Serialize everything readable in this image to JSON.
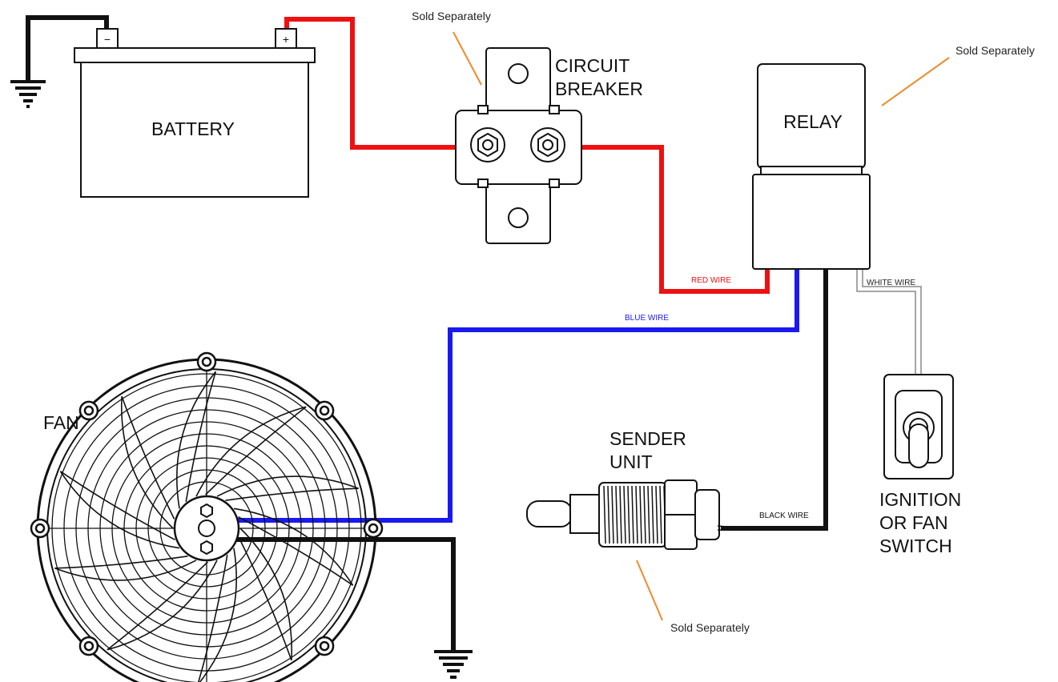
{
  "labels": {
    "battery": "BATTERY",
    "battery_neg": "−",
    "battery_pos": "+",
    "breaker_1": "CIRCUIT",
    "breaker_2": "BREAKER",
    "relay": "RELAY",
    "fan": "FAN",
    "sender_1": "SENDER",
    "sender_2": "UNIT",
    "switch_1": "IGNITION",
    "switch_2": "OR FAN",
    "switch_3": "SWITCH"
  },
  "notes": {
    "breaker": "Sold Separately",
    "relay": "Sold Separately",
    "sender": "Sold Separately"
  },
  "wire_labels": {
    "red": "RED WIRE",
    "blue": "BLUE WIRE",
    "white": "WHITE WIRE",
    "black": "BLACK WIRE"
  },
  "colors": {
    "red_wire": "#ee1111",
    "blue_wire": "#1a1aee",
    "black_wire": "#111111",
    "white_wire": "#888888",
    "note_pointer": "#f08a2c"
  }
}
